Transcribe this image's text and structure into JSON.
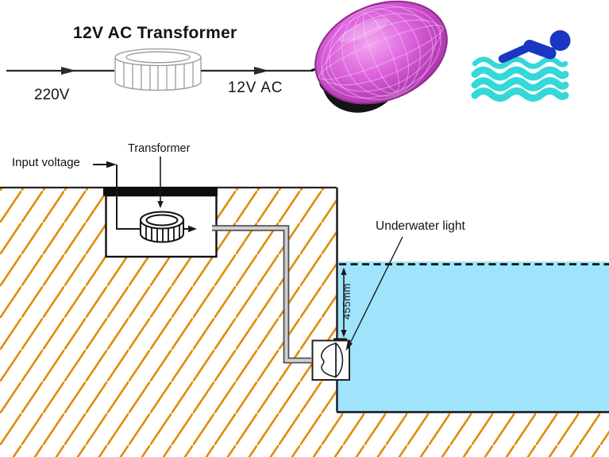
{
  "header": {
    "title": "12V AC Transformer",
    "input_label": "220V",
    "output_label": "12V AC",
    "icons": [
      "transformer-drum-icon",
      "led-pool-light-icon",
      "swimmer-icon"
    ]
  },
  "diagram": {
    "input_voltage_label": "Input voltage",
    "transformer_label": "Transformer",
    "underwater_light_label": "Underwater light",
    "depth_label": "455mm"
  },
  "colors": {
    "hatch_orange": "#e18a05",
    "water_cyan": "#9fe4fb",
    "wave_cyan": "#35d8d8",
    "swimmer_blue": "#1b36c2",
    "led_purple": "#d958d9",
    "conduit_gray": "#cfcfcf",
    "line_black": "#141414"
  }
}
